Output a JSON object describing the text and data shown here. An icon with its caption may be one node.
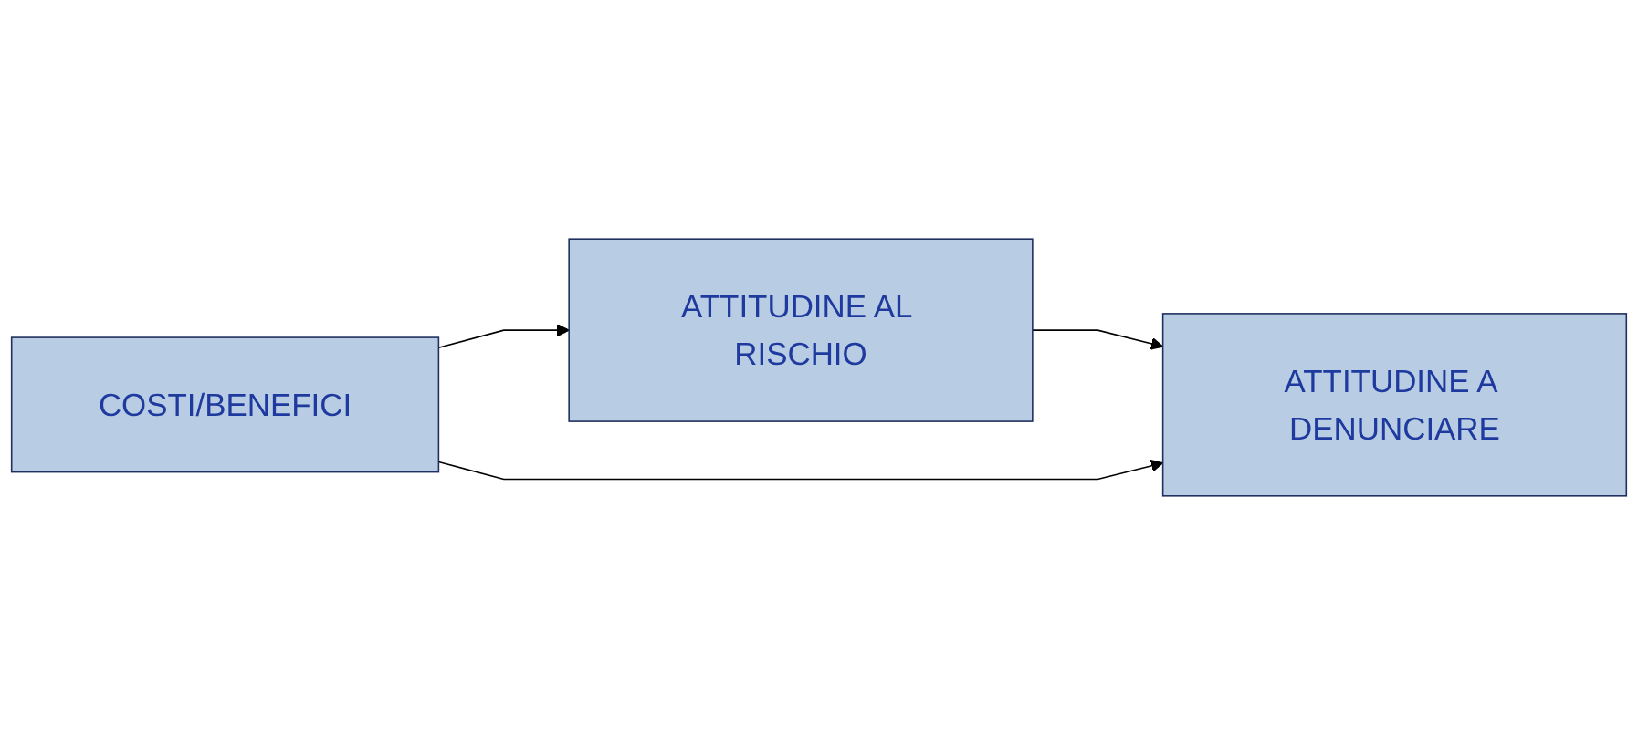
{
  "diagram": {
    "nodes": [
      {
        "text": [
          "ATTITUDINE AL RISCHIO"
        ]
      },
      {
        "text": [
          "COSTI/BENEFICI"
        ]
      },
      {
        "text": [
          "ATTITUDINE A DENUNCIARE"
        ]
      }
    ],
    "edges": [
      {
        "from": 1,
        "to": 0,
        "arrow": "to"
      },
      {
        "from": 0,
        "to": 2,
        "arrow": "to"
      },
      {
        "from": 1,
        "to": 2,
        "arrow": "to"
      }
    ]
  }
}
